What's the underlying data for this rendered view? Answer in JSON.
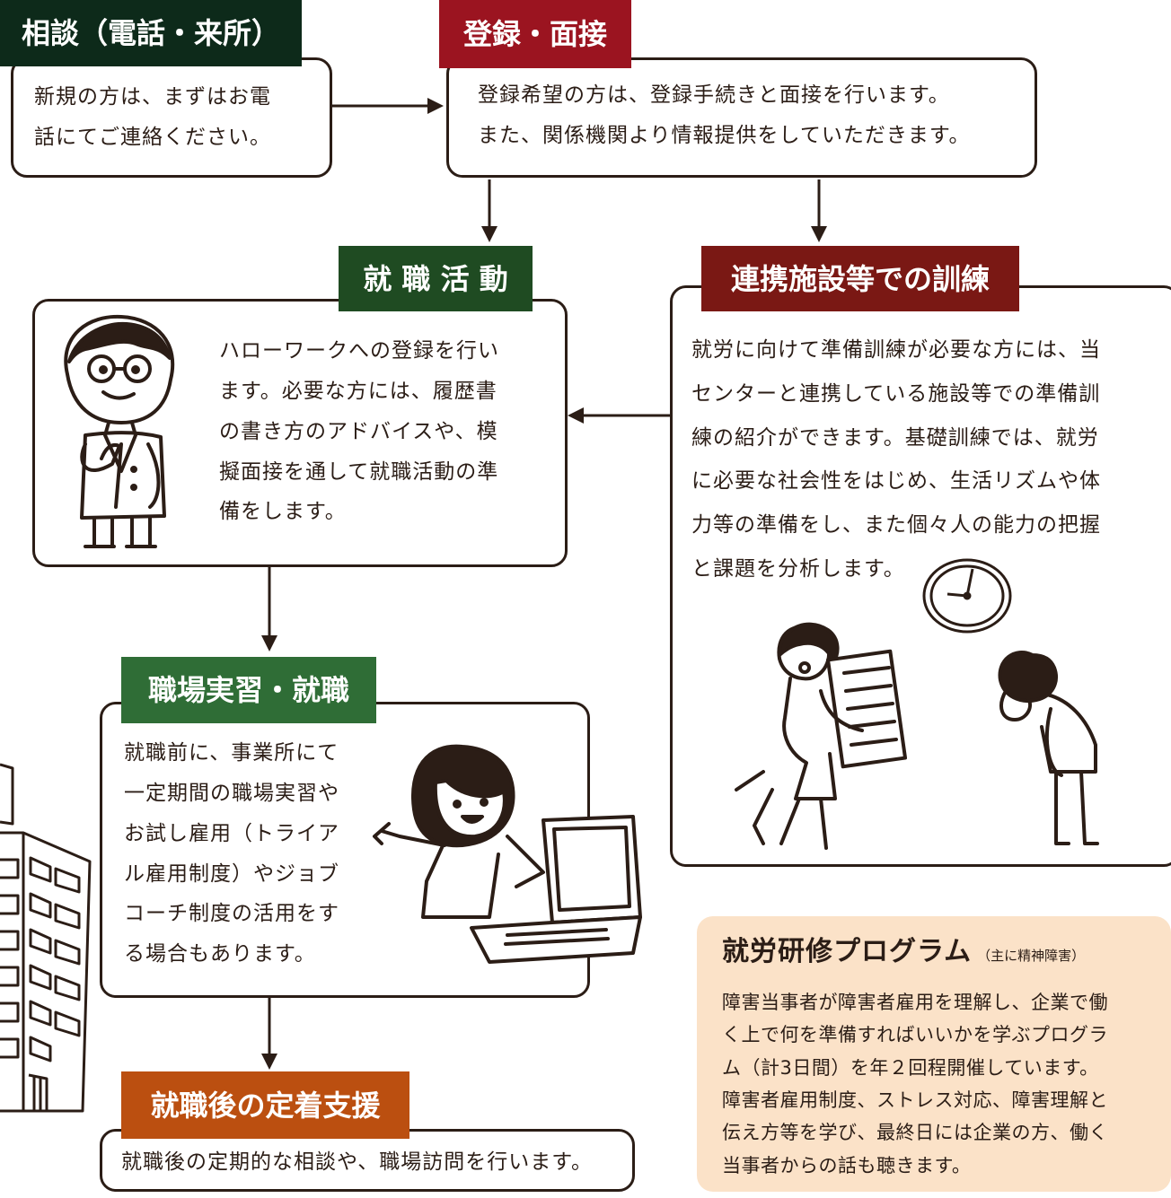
{
  "colors": {
    "outline": "#2b1d16",
    "consult_tag": "#0d2a1a",
    "register_tag": "#9b1420",
    "job_tag": "#1f4b22",
    "training_tag": "#7a1814",
    "workplace_tag": "#2f6d36",
    "support_tag": "#bb4f10",
    "program_bg": "#fbe2c8"
  },
  "consult": {
    "title": "相談（電話・来所）",
    "lines": [
      "新規の方は、まずはお電",
      "話にてご連絡ください。"
    ]
  },
  "register": {
    "title": "登録・面接",
    "lines": [
      "登録希望の方は、登録手続きと面接を行います。",
      "また、関係機関より情報提供をしていただきます。"
    ]
  },
  "job_activity": {
    "title": "就 職 活 動",
    "lines": [
      "ハローワークへの登録を行い",
      "ます。必要な方には、履歴書",
      "の書き方のアドバイスや、模",
      "擬面接を通して就職活動の準",
      "備をします。"
    ],
    "illustration": "man-with-glasses-icon"
  },
  "training": {
    "title": "連携施設等での訓練",
    "lines": [
      "就労に向けて準備訓練が必要な方には、当",
      "センターと連携している施設等での準備訓",
      "練の紹介ができます。基礎訓練では、就労",
      "に必要な社会性をはじめ、生活リズムや体",
      "力等の準備をし、また個々人の能力の把握",
      "と課題を分析します。"
    ],
    "illustration": "clock-and-people-icon"
  },
  "workplace": {
    "title": "職場実習・就職",
    "lines": [
      "就職前に、事業所にて",
      "一定期間の職場実習や",
      "お試し雇用（トライア",
      "ル雇用制度）やジョブ",
      "コーチ制度の活用をす",
      "る場合もあります。"
    ],
    "illustration": "woman-with-laptop-icon"
  },
  "support": {
    "title": "就職後の定着支援",
    "lines": [
      "就職後の定期的な相談や、職場訪問を行います。"
    ]
  },
  "program": {
    "title": "就労研修プログラム",
    "subtitle": "（主に精神障害）",
    "lines": [
      "障害当事者が障害者雇用を理解し、企業で働",
      "く上で何を準備すればいいかを学ぶプログラ",
      "ム（計3日間）を年２回程開催しています。",
      "障害者雇用制度、ストレス対応、障害理解と",
      "伝え方等を学び、最終日には企業の方、働く",
      "当事者からの話も聴きます。"
    ]
  },
  "building": {
    "illustration": "office-building-icon"
  }
}
